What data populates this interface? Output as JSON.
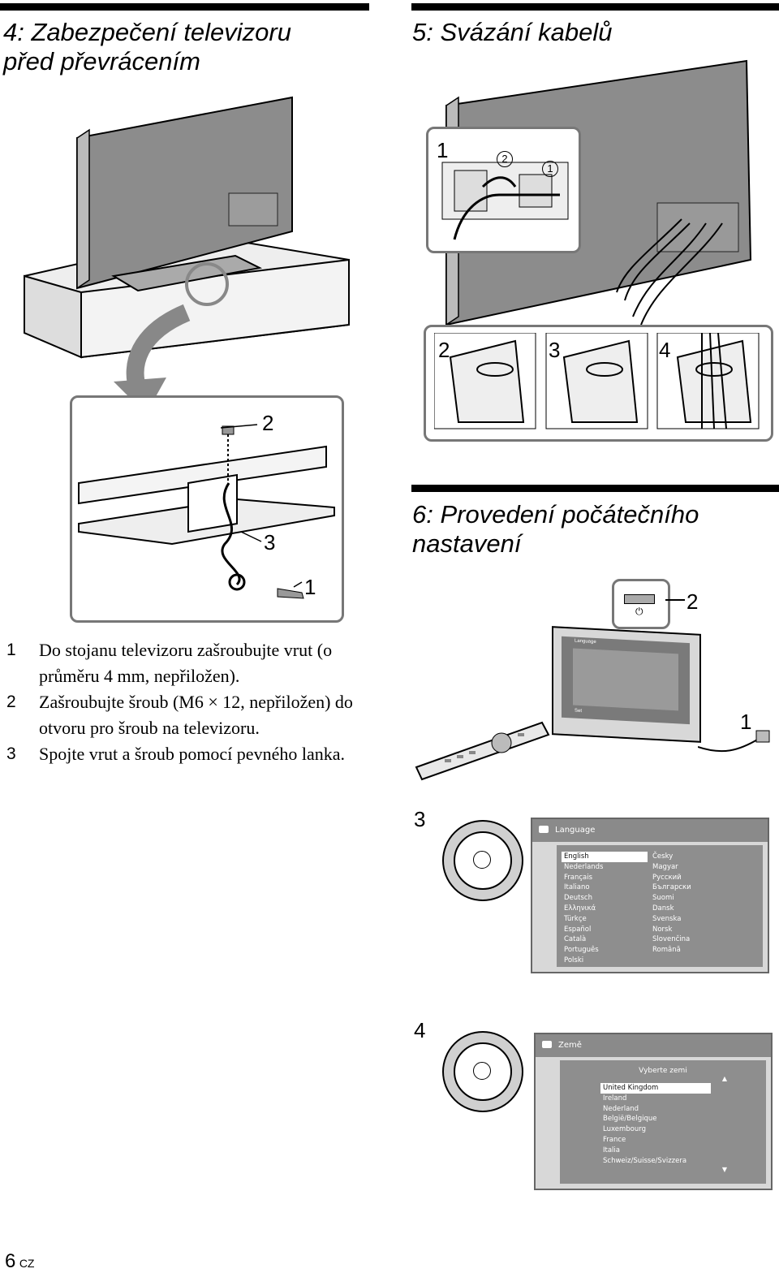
{
  "section4": {
    "title_line1": "4: Zabezpečení televizoru",
    "title_line2": "před převrácením"
  },
  "section5": {
    "title": "5: Svázání kabelů",
    "callouts": {
      "detail": "1",
      "circled2": "2",
      "circled1": "1",
      "step2": "2",
      "step3": "3",
      "step4": "4"
    }
  },
  "section6": {
    "title_line1": "6: Provedení počátečního",
    "title_line2": "nastavení",
    "callouts": {
      "power": "2",
      "plug": "1",
      "step3": "3",
      "step4": "4"
    }
  },
  "illustration4_callouts": {
    "screw": "2",
    "cord": "3",
    "wood_screw": "1"
  },
  "steps": [
    {
      "num": "1",
      "text": "Do stojanu televizoru zašroubujte vrut (o průměru 4 mm, nepřiložen)."
    },
    {
      "num": "2",
      "text": "Zašroubujte šroub (M6 × 12, nepřiložen) do otvoru pro šroub na televizoru."
    },
    {
      "num": "3",
      "text": "Spojte vrut a šroub pomocí pevného lanka."
    }
  ],
  "tv_small_screen": {
    "header": "Language",
    "footer": "Set"
  },
  "language_menu": {
    "header": "Language",
    "col1": [
      "English",
      "Nederlands",
      "Français",
      "Italiano",
      "Deutsch",
      "Ελληνικά",
      "Türkçe",
      "Español",
      "Català",
      "Português",
      "Polski"
    ],
    "col2": [
      "Česky",
      "Magyar",
      "Русский",
      "Български",
      "Suomi",
      "Dansk",
      "Svenska",
      "Norsk",
      "Slovenčina",
      "Română"
    ],
    "selected": "English"
  },
  "country_menu": {
    "header": "Země",
    "prompt": "Vyberte zemi",
    "items": [
      "United Kingdom",
      "Ireland",
      "Nederland",
      "België/Belgique",
      "Luxembourg",
      "France",
      "Italia",
      "Schweiz/Suisse/Svizzera"
    ],
    "selected": "United Kingdom",
    "up_arrow": "▲",
    "down_arrow": "▼"
  },
  "footer": {
    "page_number": "6",
    "language_code": "CZ"
  }
}
